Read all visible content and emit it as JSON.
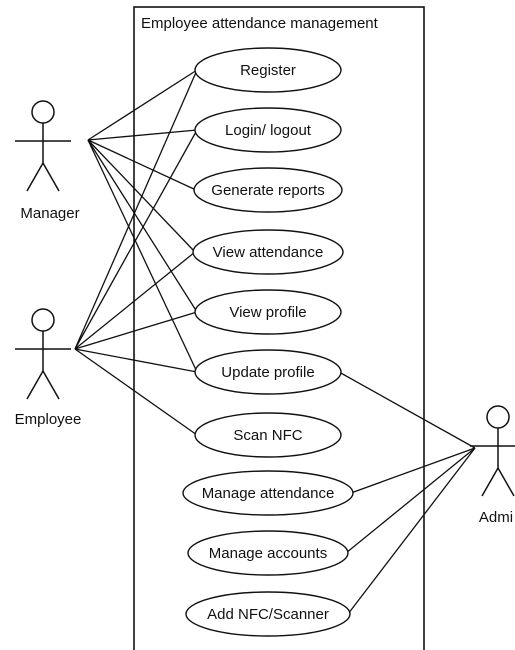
{
  "system_boundary": {
    "title": "Employee attendance management"
  },
  "actors": [
    {
      "id": "manager",
      "label": "Manager"
    },
    {
      "id": "employee",
      "label": "Employee"
    },
    {
      "id": "admin",
      "label": "Admi"
    }
  ],
  "use_cases": [
    {
      "id": "register",
      "label": "Register"
    },
    {
      "id": "login-logout",
      "label": "Login/ logout"
    },
    {
      "id": "generate-reports",
      "label": "Generate reports"
    },
    {
      "id": "view-attendance",
      "label": "View attendance"
    },
    {
      "id": "view-profile",
      "label": "View profile"
    },
    {
      "id": "update-profile",
      "label": "Update profile"
    },
    {
      "id": "scan-nfc",
      "label": "Scan NFC"
    },
    {
      "id": "manage-attendance",
      "label": "Manage attendance"
    },
    {
      "id": "manage-accounts",
      "label": "Manage accounts"
    },
    {
      "id": "add-nfc-scanner",
      "label": "Add NFC/Scanner"
    }
  ],
  "associations": [
    {
      "actor": "manager",
      "use_case": "register"
    },
    {
      "actor": "manager",
      "use_case": "login-logout"
    },
    {
      "actor": "manager",
      "use_case": "generate-reports"
    },
    {
      "actor": "manager",
      "use_case": "view-attendance"
    },
    {
      "actor": "manager",
      "use_case": "view-profile"
    },
    {
      "actor": "manager",
      "use_case": "update-profile"
    },
    {
      "actor": "employee",
      "use_case": "register"
    },
    {
      "actor": "employee",
      "use_case": "login-logout"
    },
    {
      "actor": "employee",
      "use_case": "view-attendance"
    },
    {
      "actor": "employee",
      "use_case": "view-profile"
    },
    {
      "actor": "employee",
      "use_case": "update-profile"
    },
    {
      "actor": "employee",
      "use_case": "scan-nfc"
    },
    {
      "actor": "admin",
      "use_case": "update-profile"
    },
    {
      "actor": "admin",
      "use_case": "manage-attendance"
    },
    {
      "actor": "admin",
      "use_case": "manage-accounts"
    },
    {
      "actor": "admin",
      "use_case": "add-nfc-scanner"
    }
  ]
}
